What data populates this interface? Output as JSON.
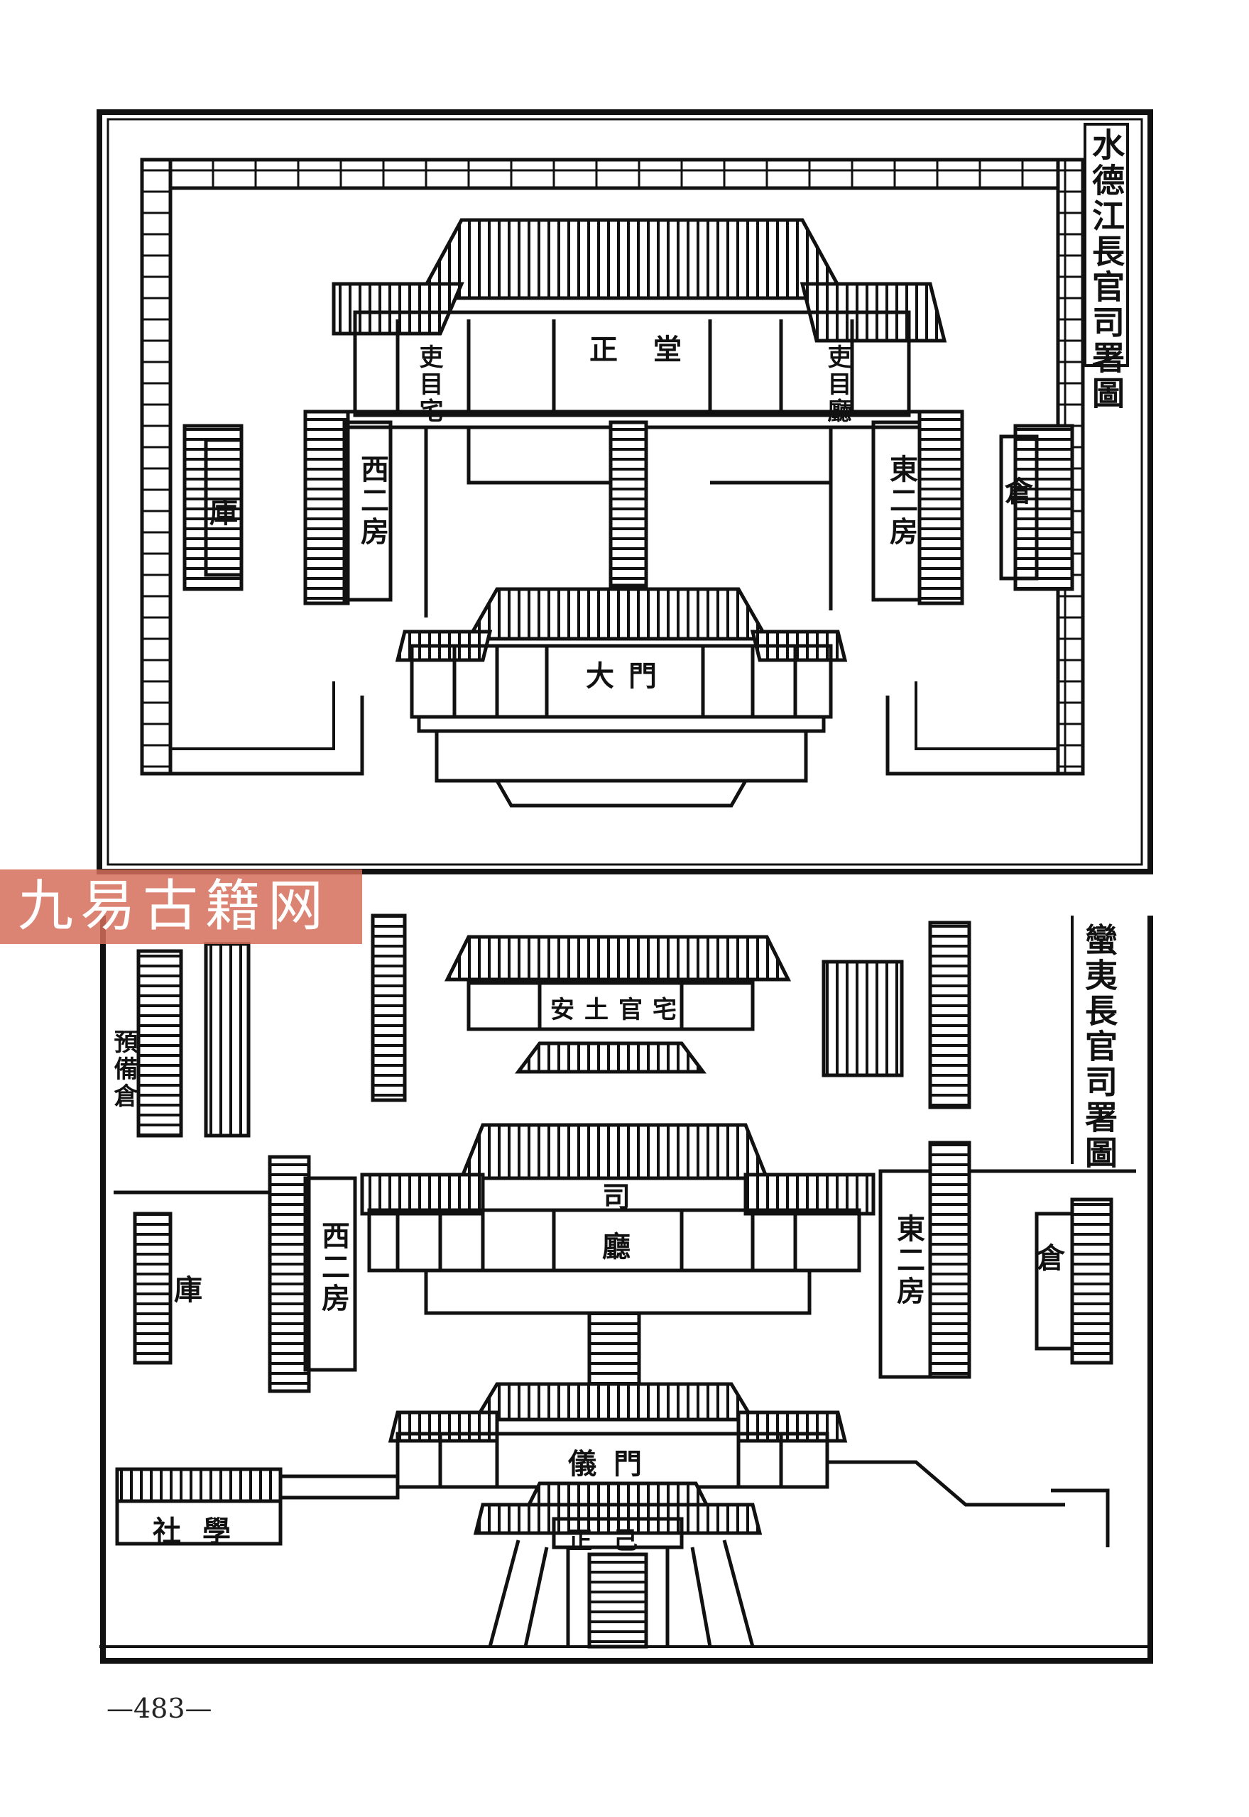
{
  "watermark": "九易古籍网",
  "page_number": "—483—",
  "plate_top": {
    "title": "水德江長官司署圖",
    "labels": {
      "main_hall": "正堂",
      "clerk_residence": "吏目宅",
      "clerk_office": "吏目廳",
      "west_rooms": "西二房",
      "east_rooms": "東二房",
      "main_gate": "大門",
      "storehouse": "庫",
      "granary": "倉"
    }
  },
  "plate_bottom": {
    "title": "蠻夷長官司署圖",
    "labels": {
      "official_residence": "安土官宅",
      "office_hall": "司廳",
      "ceremonial_gate": "儀門",
      "archway": "正己",
      "community_school": "社學",
      "west_rooms": "西二房",
      "east_rooms": "東二房",
      "storehouse": "庫",
      "granary": "倉",
      "reserve_granary": "預備倉"
    }
  }
}
